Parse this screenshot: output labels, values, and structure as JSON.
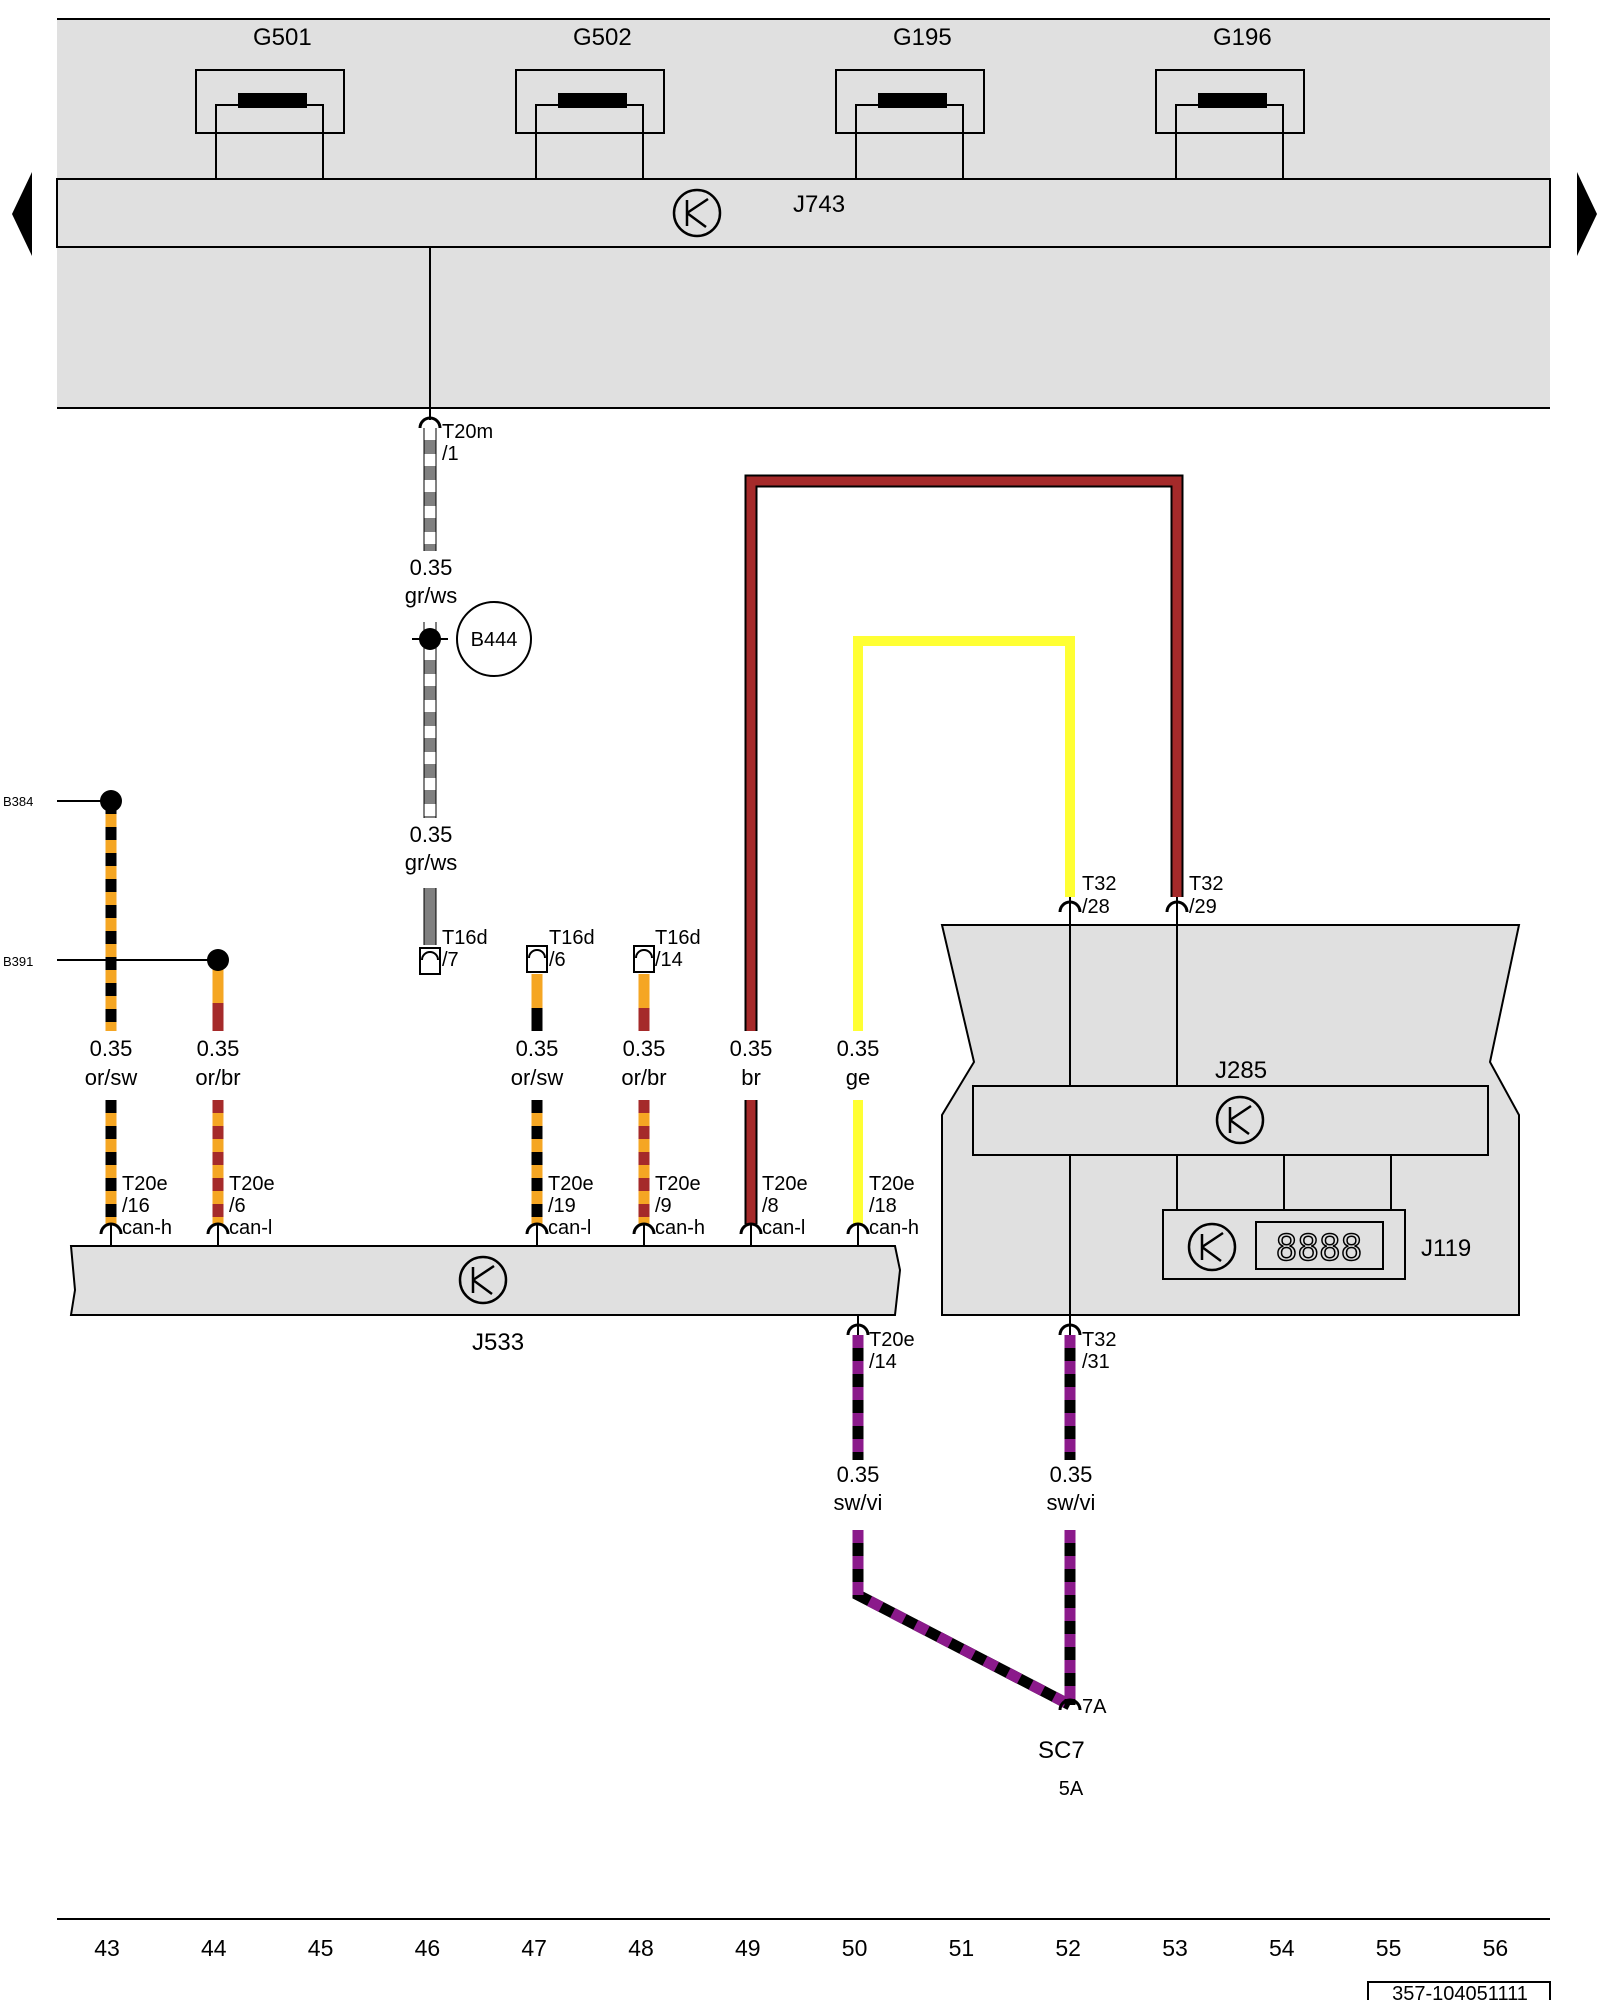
{
  "components": {
    "g501": "G501",
    "g502": "G502",
    "g195": "G195",
    "g196": "G196",
    "j743": "J743",
    "j533": "J533",
    "j285": "J285",
    "j119": "J119",
    "b444": "B444",
    "b384": "B384",
    "b391": "B391",
    "sc7": "SC7",
    "sc7_rating": "5A",
    "sc7_pin": "7A",
    "display_digits": "8888"
  },
  "wires": [
    {
      "id": "w46a",
      "size": "0.35",
      "color": "gr/ws"
    },
    {
      "id": "w46b",
      "size": "0.35",
      "color": "gr/ws"
    },
    {
      "id": "w43",
      "size": "0.35",
      "color": "or/sw"
    },
    {
      "id": "w44",
      "size": "0.35",
      "color": "or/br"
    },
    {
      "id": "w47",
      "size": "0.35",
      "color": "or/sw"
    },
    {
      "id": "w48",
      "size": "0.35",
      "color": "or/br"
    },
    {
      "id": "w49",
      "size": "0.35",
      "color": "br"
    },
    {
      "id": "w50",
      "size": "0.35",
      "color": "ge"
    },
    {
      "id": "w50b",
      "size": "0.35",
      "color": "sw/vi"
    },
    {
      "id": "w52",
      "size": "0.35",
      "color": "sw/vi"
    }
  ],
  "connectors": [
    {
      "id": "t20m",
      "name": "T20m",
      "pin": "/1",
      "signal": ""
    },
    {
      "id": "t16d7",
      "name": "T16d",
      "pin": "/7",
      "signal": ""
    },
    {
      "id": "t16d6",
      "name": "T16d",
      "pin": "/6",
      "signal": ""
    },
    {
      "id": "t16d14",
      "name": "T16d",
      "pin": "/14",
      "signal": ""
    },
    {
      "id": "t20e16",
      "name": "T20e",
      "pin": "/16",
      "signal": "can-h"
    },
    {
      "id": "t20e6",
      "name": "T20e",
      "pin": "/6",
      "signal": "can-l"
    },
    {
      "id": "t20e19",
      "name": "T20e",
      "pin": "/19",
      "signal": "can-l"
    },
    {
      "id": "t20e9",
      "name": "T20e",
      "pin": "/9",
      "signal": "can-h"
    },
    {
      "id": "t20e8",
      "name": "T20e",
      "pin": "/8",
      "signal": "can-l"
    },
    {
      "id": "t20e18",
      "name": "T20e",
      "pin": "/18",
      "signal": "can-h"
    },
    {
      "id": "t20e14",
      "name": "T20e",
      "pin": "/14",
      "signal": ""
    },
    {
      "id": "t32_28",
      "name": "T32",
      "pin": "/28",
      "signal": ""
    },
    {
      "id": "t32_29",
      "name": "T32",
      "pin": "/29",
      "signal": ""
    },
    {
      "id": "t32_31",
      "name": "T32",
      "pin": "/31",
      "signal": ""
    }
  ],
  "column_numbers": [
    "43",
    "44",
    "45",
    "46",
    "47",
    "48",
    "49",
    "50",
    "51",
    "52",
    "53",
    "54",
    "55",
    "56"
  ],
  "reference": "357-104051111",
  "colors": {
    "housing_fill": "#e0e0e0",
    "orange": "#f5a623",
    "brown_red": "#a52a2a",
    "yellow": "#ffff33",
    "violet": "#8b1a8b",
    "grey": "#808080",
    "black": "#000000"
  },
  "icons": {
    "ecu_symbol": "transistor-symbol-icon",
    "nav_left": "left-arrow-icon",
    "nav_right": "right-arrow-icon"
  }
}
